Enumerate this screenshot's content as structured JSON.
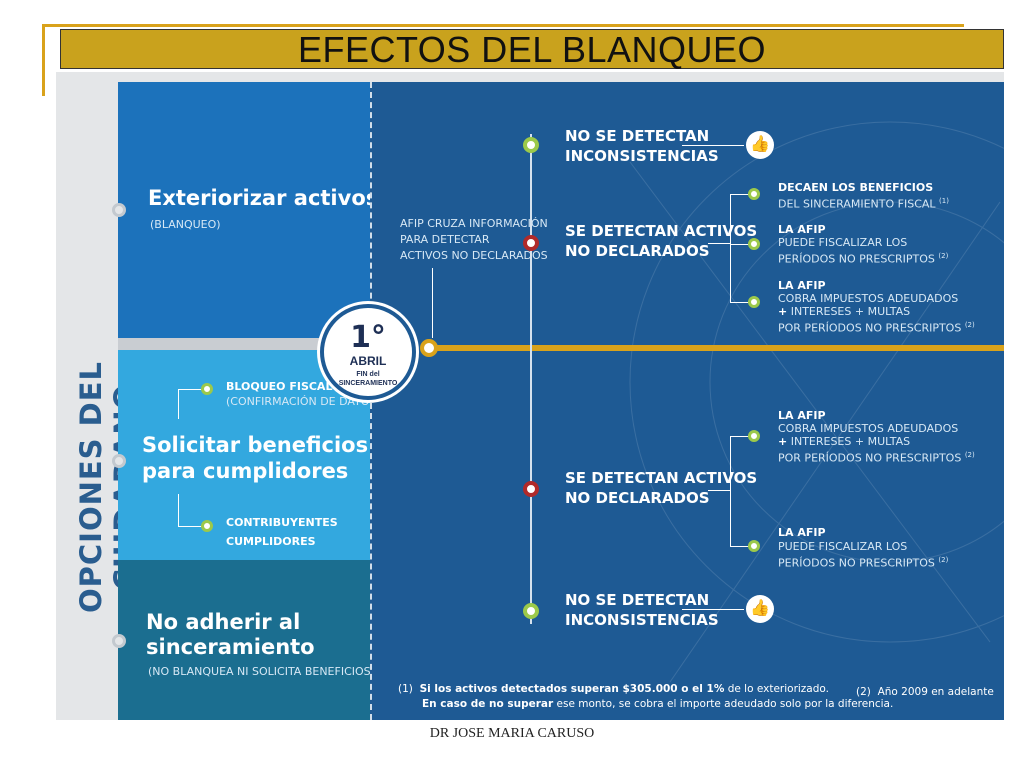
{
  "title": "EFECTOS DEL BLANQUEO",
  "vertical_label": "OPCIONES DEL CIUDADANO",
  "options": {
    "exteriorizar": {
      "heading": "Exteriorizar activos",
      "sub": "(BLANQUEO)"
    },
    "solicitar": {
      "heading_line1": "Solicitar beneficios",
      "heading_line2": "para cumplidores",
      "branch1_line1": "BLOQUEO FISCAL",
      "branch1_line2": "(CONFIRMACIÓN DE DATOS)",
      "branch2_line1": "CONTRIBUYENTES",
      "branch2_line2": "CUMPLIDORES"
    },
    "no_adherir": {
      "heading_line1": "No adherir al",
      "heading_line2": "sinceramiento",
      "sub": "(NO BLANQUEA NI SOLICITA BENEFICIOS)"
    }
  },
  "afip_cruza": {
    "line1": "AFIP CRUZA INFORMACIÓN",
    "line2": "PARA DETECTAR",
    "line3": "ACTIVOS NO DECLARADOS"
  },
  "date_badge": {
    "day": "1°",
    "month": "ABRIL",
    "fin_line1": "FIN del",
    "fin_line2": "SINCERAMIENTO"
  },
  "upper": {
    "no_detect_line1": "NO SE DETECTAN",
    "no_detect_line2": "INCONSISTENCIAS",
    "detect_line1": "SE DETECTAN ACTIVOS",
    "detect_line2": "NO DECLARADOS",
    "r1_line1": "DECAEN LOS BENEFICIOS",
    "r1_line2": "DEL SINCERAMIENTO FISCAL",
    "r1_sup": "(1)",
    "r2_line1": "LA AFIP",
    "r2_line2": "PUEDE FISCALIZAR LOS",
    "r2_line3": "PERÍODOS  NO PRESCRIPTOS",
    "r2_sup": "(2)",
    "r3_line1": "LA AFIP",
    "r3_line2": "COBRA IMPUESTOS ADEUDADOS",
    "r3_plus": "+",
    "r3_line3": "INTERESES + MULTAS",
    "r3_line4": "POR PERÍODOS NO PRESCRIPTOS",
    "r3_sup": "(2)"
  },
  "lower": {
    "detect_line1": "SE DETECTAN ACTIVOS",
    "detect_line2": "NO DECLARADOS",
    "r1_line1": "LA AFIP",
    "r1_line2": "COBRA IMPUESTOS ADEUDADOS",
    "r1_plus": "+",
    "r1_line3": "INTERESES + MULTAS",
    "r1_line4": "POR PERÍODOS NO PRESCRIPTOS",
    "r1_sup": "(2)",
    "r2_line1": "LA AFIP",
    "r2_line2": "PUEDE FISCALIZAR LOS",
    "r2_line3": "PERÍODOS  NO PRESCRIPTOS",
    "r2_sup": "(2)",
    "no_detect_line1": "NO SE DETECTAN",
    "no_detect_line2": "INCONSISTENCIAS"
  },
  "notes": {
    "n1_num": "(1)",
    "n1_bold": "Si los activos detectados superan $305.000 o el 1%",
    "n1_rest": " de lo exteriorizado.",
    "n1b_bold": "En caso de no superar",
    "n1b_rest": " ese monto, se cobra el  importe adeudado solo por la diferencia.",
    "n2_num": "(2)",
    "n2_text": "Año 2009 en adelante"
  },
  "footer": "DR JOSE MARIA CARUSO",
  "colors": {
    "gold": "#d9a21b",
    "dark_blue": "#1e5a94",
    "mid_blue": "#1c72bb",
    "light_blue": "#33a8df",
    "teal": "#1b6e90",
    "green_dot": "#9cc94a",
    "red_dot": "#b02a2a"
  },
  "icons": {
    "like": "thumbs-up-icon"
  }
}
